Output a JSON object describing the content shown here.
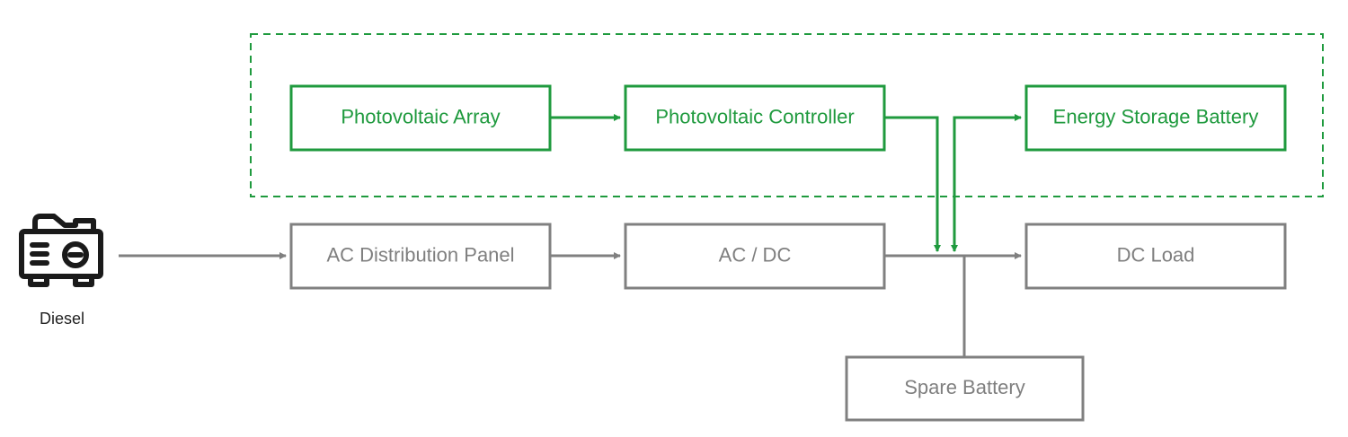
{
  "colors": {
    "solar": "#1f9a3e",
    "grid": "#808080",
    "diesel_icon": "#1a1a1a"
  },
  "icons": {
    "diesel": "diesel-generator-icon"
  },
  "nodes": {
    "diesel": "Diesel",
    "pv_array": "Photovoltaic Array",
    "pv_controller": "Photovoltaic Controller",
    "storage_battery": "Energy Storage Battery",
    "ac_panel": "AC Distribution Panel",
    "ac_dc": "AC / DC",
    "dc_load": "DC Load",
    "spare_battery": "Spare Battery"
  }
}
